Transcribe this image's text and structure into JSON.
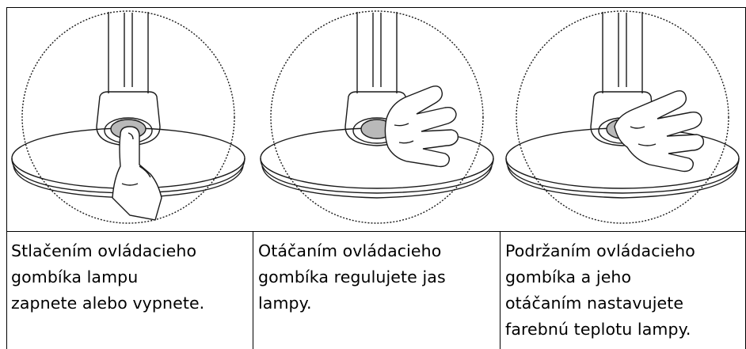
{
  "steps": [
    {
      "caption": "Stlačením ovládacieho\ngombíka lampu\nzapnete alebo vypnete."
    },
    {
      "caption": "Otáčaním ovládacieho\ngombíka regulujete jas\nlampy."
    },
    {
      "caption": "Podržaním ovládacieho\ngombíka a jeho\notáčaním nastavujete\nfarebnú teplotu lampy."
    }
  ],
  "colors": {
    "knob": "#b9b9b9",
    "line": "#1a1a1a",
    "border": "#000000"
  }
}
